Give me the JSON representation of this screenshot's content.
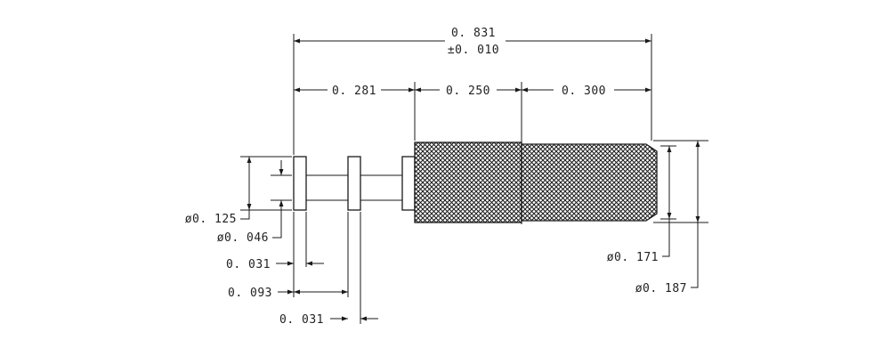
{
  "drawing": {
    "colors": {
      "line": "#1a1a1a",
      "text": "#222222",
      "background": "#ffffff",
      "knurl": "#1a1a1a"
    },
    "dimensions": {
      "overall_length": "0. 831",
      "overall_tolerance": "±0. 010",
      "seg_1": "0. 281",
      "seg_2": "0. 250",
      "seg_3": "0. 300",
      "dia_flange": "ø0. 125",
      "dia_shaft": "ø0. 046",
      "flange_width_1": "0. 031",
      "flange_spacing": "0. 093",
      "flange_width_2": "0. 031",
      "dia_body_tip": "ø0. 171",
      "dia_body": "ø0. 187"
    }
  }
}
